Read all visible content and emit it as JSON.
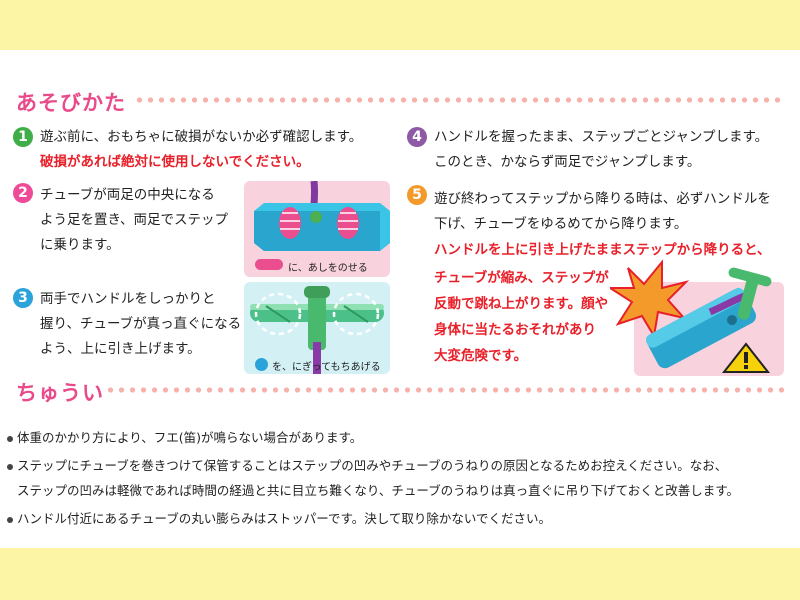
{
  "headings": {
    "play": "あそびかた",
    "caution": "ちゅうい"
  },
  "steps": [
    {
      "num": "1",
      "color": "#3fae49",
      "lines": [
        "遊ぶ前に、おもちゃに破損がないか必ず確認します。"
      ],
      "warning": [
        "破損があれば絶対に使用しないでください。"
      ]
    },
    {
      "num": "2",
      "color": "#ee4a97",
      "lines": [
        "チューブが両足の中央になる",
        "よう足を置き、両足でステップ",
        "に乗ります。"
      ],
      "warning": []
    },
    {
      "num": "3",
      "color": "#29a3da",
      "lines": [
        "両手でハンドルをしっかりと",
        "握り、チューブが真っ直ぐになる",
        "よう、上に引き上げます。"
      ],
      "warning": []
    },
    {
      "num": "4",
      "color": "#8e5aa6",
      "lines": [
        "ハンドルを握ったまま、ステップごとジャンプします。",
        "このとき、かならず両足でジャンプします。"
      ],
      "warning": []
    },
    {
      "num": "5",
      "color": "#f39a2b",
      "lines": [
        "遊び終わってステップから降りる時は、必ずハンドルを",
        "下げ、チューブをゆるめてから降ります。"
      ],
      "warning": [
        "ハンドルを上に引き上げたままステップから降りると、",
        "チューブが縮み、ステップが",
        "反動で跳ね上がります。顔や",
        "身体に当たるおそれがあり",
        "大変危険です。"
      ]
    }
  ],
  "captions": {
    "feet": "に、あしをのせる",
    "hands": "を、にぎってもちあげる"
  },
  "notes": [
    "体重のかかり方により、フエ(笛)が鳴らない場合があります。",
    "ステップにチューブを巻きつけて保管することはステップの凹みやチューブのうねりの原因となるためお控えください。なお、",
    "ステップの凹みは軽微であれば時間の経過と共に目立ち難くなり、チューブのうねりは真っ直ぐに吊り下げておくと改善します。",
    "ハンドル付近にあるチューブの丸い膨らみはストッパーです。決して取り除かないでください。"
  ],
  "colors": {
    "band": "#fdf5a6",
    "heading": "#e94b8a",
    "warning": "#e8202a",
    "step": "#2db8d8"
  },
  "icons": [
    "foot-icon",
    "hand-icon",
    "warning-icon",
    "impact-icon"
  ]
}
